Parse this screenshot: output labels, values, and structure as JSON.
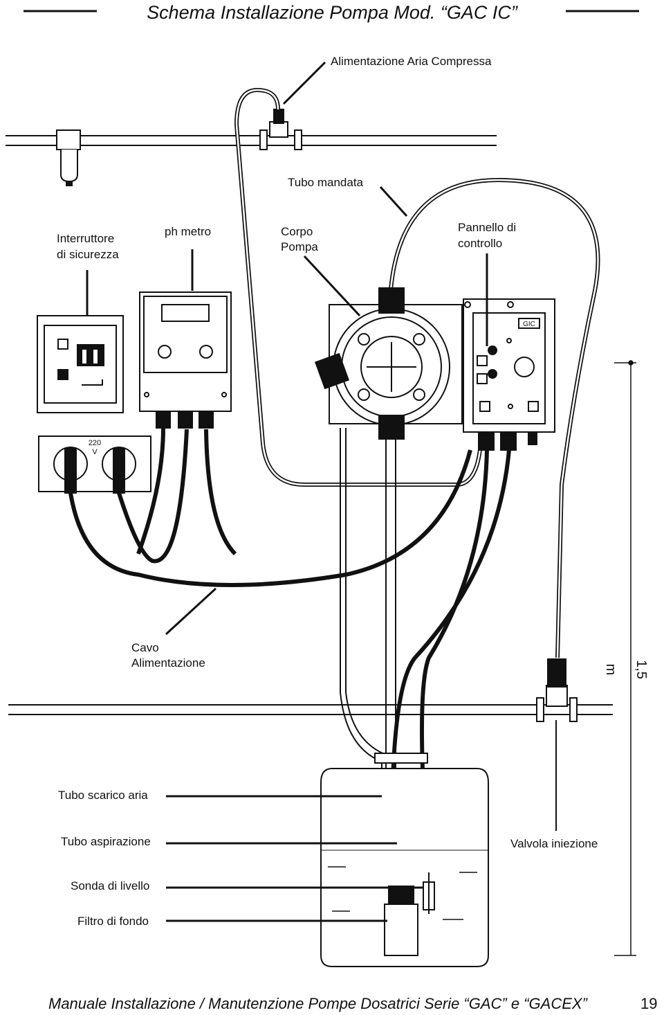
{
  "title": "Schema Installazione Pompa Mod. “GAC IC”",
  "labels": {
    "air_supply": "Alimentazione Aria Compressa",
    "delivery_tube": "Tubo mandata",
    "safety_switch_l1": "Interruttore",
    "safety_switch_l2": "di sicurezza",
    "ph_meter": "ph metro",
    "pump_body_l1": "Corpo",
    "pump_body_l2": "Pompa",
    "control_panel_l1": "Pannello di",
    "control_panel_l2": "controllo",
    "power_cable_l1": "Cavo",
    "power_cable_l2": "Alimentazione",
    "air_vent_tube": "Tubo scarico aria",
    "suction_tube": "Tubo aspirazione",
    "injection_valve": "Valvola iniezione",
    "level_probe": "Sonda di livello",
    "foot_filter": "Filtro di fondo"
  },
  "device_text": {
    "socket_voltage_l1": "220",
    "socket_voltage_l2": "V",
    "panel_brand": "GIC"
  },
  "measurement": "1,5 m",
  "footer": {
    "text": "Manuale Installazione / Manutenzione Pompe Dosatrici Serie “GAC” e “GACEX”",
    "page_number": "19"
  }
}
